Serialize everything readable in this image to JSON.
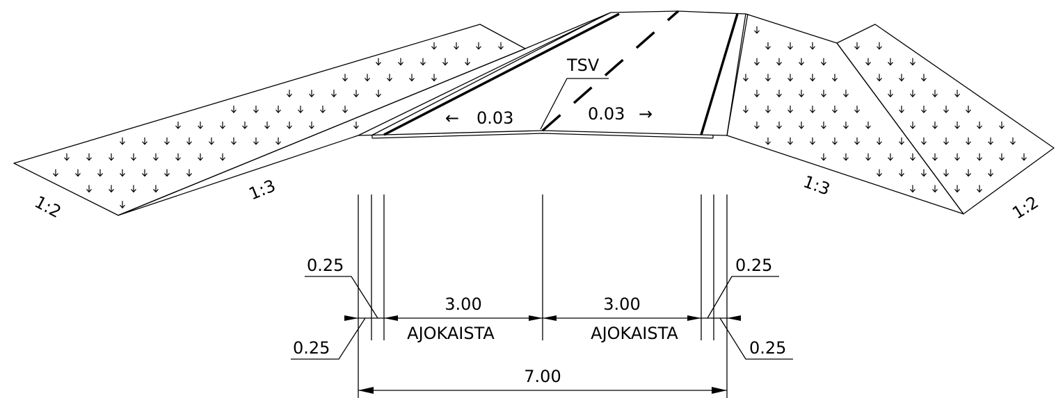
{
  "labels": {
    "tsv": "TSV",
    "slope_left": "0.03",
    "slope_right": "0.03",
    "embank_left_outer": "1:2",
    "embank_left_inner": "1:3",
    "embank_right_inner": "1:3",
    "embank_right_outer": "1:2",
    "shoulder_top_left": "0.25",
    "shoulder_bottom_left": "0.25",
    "shoulder_top_right": "0.25",
    "shoulder_bottom_right": "0.25",
    "lane_left_width": "3.00",
    "lane_right_width": "3.00",
    "lane_left_name": "AJOKAISTA",
    "lane_right_name": "AJOKAISTA",
    "total_width": "7.00"
  },
  "arrows": {
    "left": "←",
    "right": "→"
  }
}
